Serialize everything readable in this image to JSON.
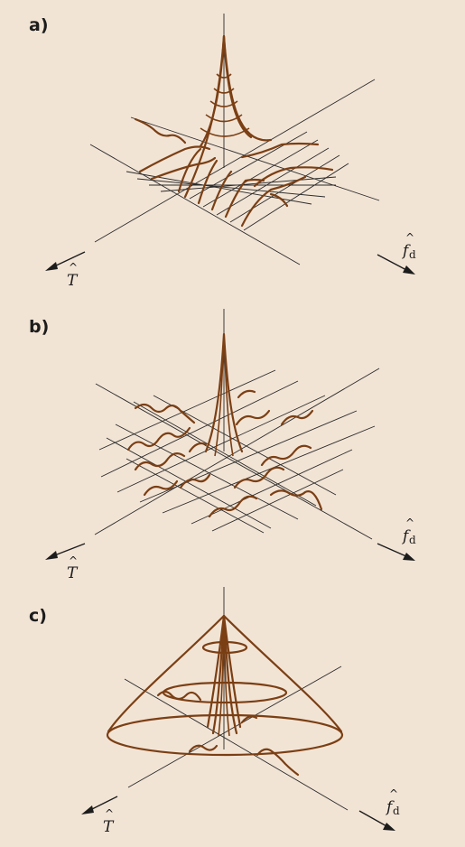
{
  "panels": [
    {
      "label": "a)",
      "x_axis": "T",
      "y_axis": "f",
      "y_sub": "d"
    },
    {
      "label": "b)",
      "x_axis": "T",
      "y_axis": "f",
      "y_sub": "d"
    },
    {
      "label": "c)",
      "x_axis": "T",
      "y_axis": "f",
      "y_sub": "d"
    }
  ],
  "colors": {
    "curve": "#7b3f14",
    "axes": "#1c1c1c",
    "background": "#f2e4d5"
  }
}
